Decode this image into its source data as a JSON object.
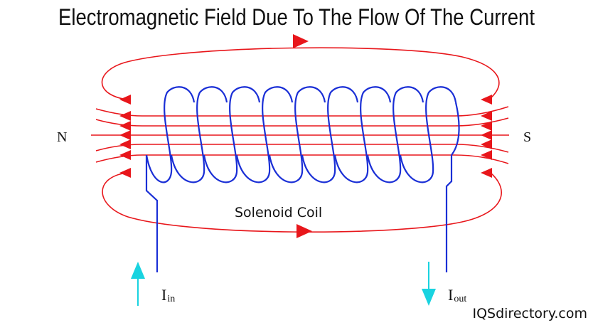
{
  "title": "Electromagnetic Field Due To The Flow Of The Current",
  "labels": {
    "north": "N",
    "south": "S",
    "coil": "Solenoid Coil",
    "current_in_symbol": "I",
    "current_in_sub": "in",
    "current_out_symbol": "I",
    "current_out_sub": "out"
  },
  "watermark": "IQSdirectory.com",
  "colors": {
    "field_lines": "#e8161b",
    "coil": "#1a2fd6",
    "current_arrows": "#19d3e0"
  }
}
